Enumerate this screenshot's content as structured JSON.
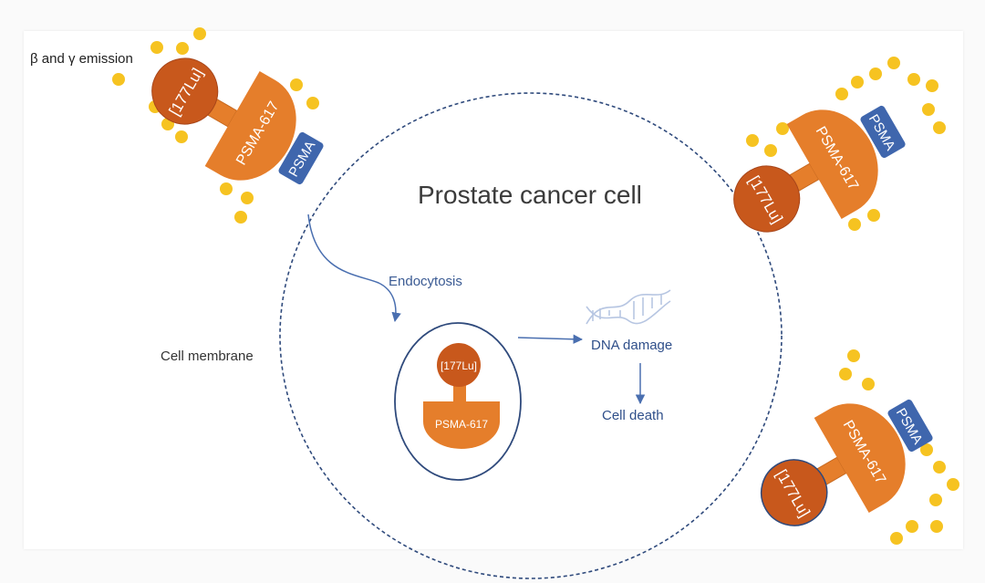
{
  "title": "Prostate cancer cell",
  "labels": {
    "emission": "β and γ emission",
    "cell_membrane": "Cell membrane",
    "endocytosis": "Endocytosis",
    "dna_damage": "DNA damage",
    "cell_death": "Cell death"
  },
  "complex": {
    "isotope": "[177Lu]",
    "ligand": "PSMA-617",
    "receptor": "PSMA"
  },
  "colors": {
    "isotope": "#c8581c",
    "ligand": "#e57e2b",
    "receptor": "#3f66ad",
    "particles": "#f6c321",
    "membrane": "#2f4a7c",
    "arrow": "#4a6fb0"
  }
}
